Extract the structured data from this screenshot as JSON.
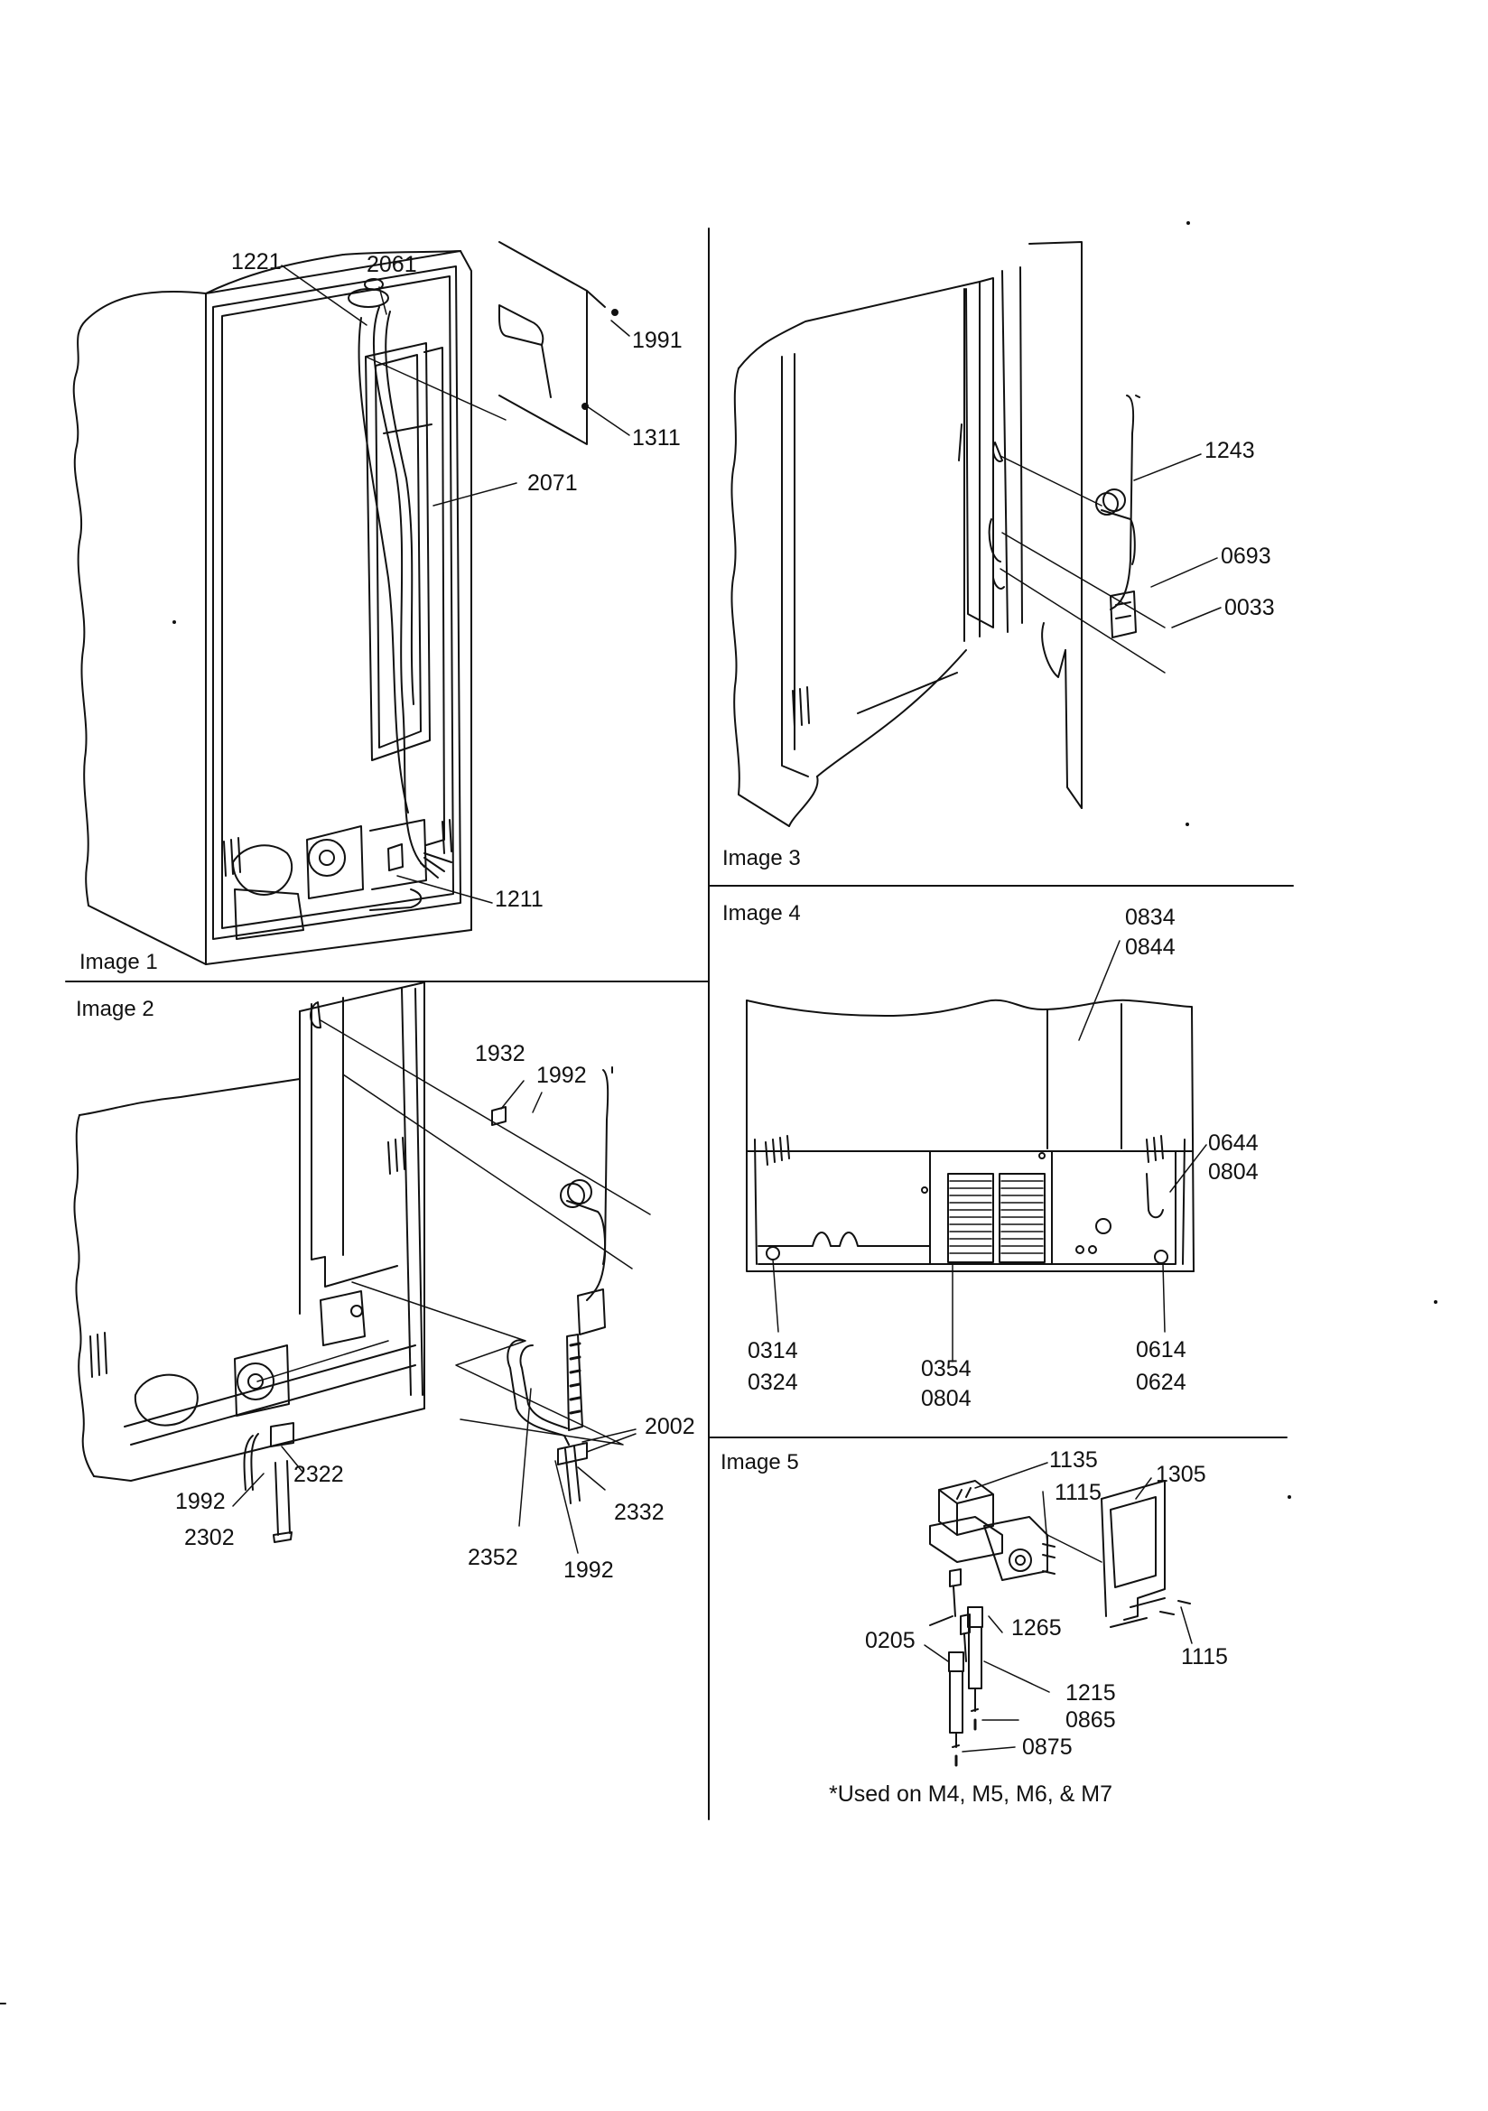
{
  "panels": {
    "image1": "Image 1",
    "image2": "Image 2",
    "image3": "Image 3",
    "image4": "Image 4",
    "image5": "Image 5"
  },
  "callouts": {
    "p1221": "1221",
    "p2061": "2061",
    "p1991": "1991",
    "p1311": "1311",
    "p2071": "2071",
    "p1211": "1211",
    "p1243": "1243",
    "p0693": "0693",
    "p0033": "0033",
    "p0834": "0834",
    "p0844": "0844",
    "p0644": "0644",
    "p0804a": "0804",
    "p0314": "0314",
    "p0324": "0324",
    "p0354": "0354",
    "p0804b": "0804",
    "p0614": "0614",
    "p0624": "0624",
    "p1932": "1932",
    "p1992a": "1992",
    "p2002": "2002",
    "p1992b": "1992",
    "p2322": "2322",
    "p2302": "2302",
    "p2352": "2352",
    "p2332": "2332",
    "p1992c": "1992",
    "p1135": "1135",
    "p1305": "1305",
    "p1115a": "1115",
    "p1115b": "1115",
    "p1265": "1265",
    "p0205": "0205",
    "p1215": "1215",
    "p0865": "0865",
    "p0875": "0875"
  },
  "footnote": "*Used on M4, M5, M6, & M7"
}
